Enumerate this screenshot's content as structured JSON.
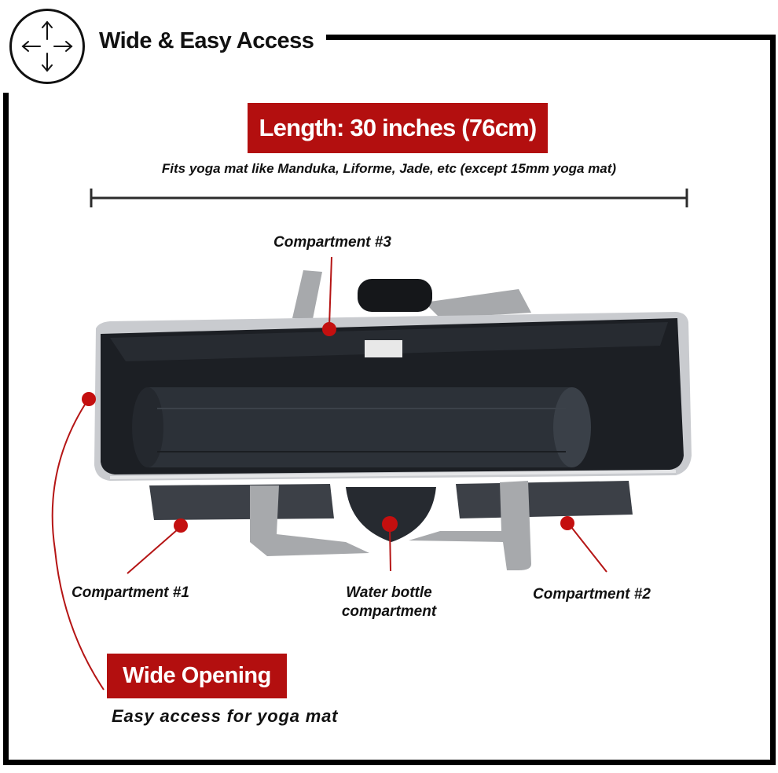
{
  "header": {
    "title": "Wide & Easy Access",
    "icon": "four-way-arrows-icon"
  },
  "length_label": "Length: 30 inches (76cm)",
  "fits_text": "Fits yoga mat like Manduka, Liforme, Jade, etc (except 15mm yoga mat)",
  "callouts": {
    "compartment3": "Compartment #3",
    "compartment1": "Compartment #1",
    "compartment2": "Compartment #2",
    "water_line1": "Water bottle",
    "water_line2": "compartment"
  },
  "wide_opening": {
    "label": "Wide Opening",
    "subtitle": "Easy access for yoga mat"
  },
  "colors": {
    "accent_red": "#b30f0f",
    "frame": "#000000",
    "bag": "#1c1f24",
    "strap": "#a7a9ac"
  }
}
